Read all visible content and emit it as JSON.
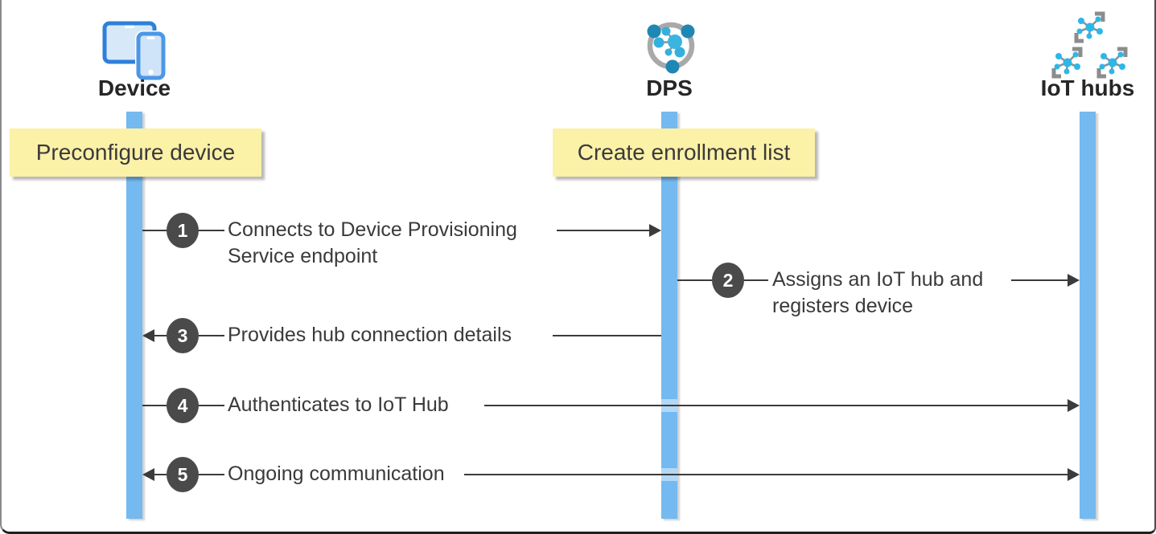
{
  "diagram": {
    "title_hint": "Device Provisioning Service sequence diagram",
    "actors": [
      {
        "name": "Device",
        "icon": "device-tablet-phone-icon"
      },
      {
        "name": "DPS",
        "icon": "dps-service-icon"
      },
      {
        "name": "IoT hubs",
        "icon": "iot-hubs-cluster-icon"
      }
    ],
    "notes": [
      {
        "text": "Preconfigure device",
        "actor": "Device"
      },
      {
        "text": "Create enrollment list",
        "actor": "DPS"
      }
    ],
    "steps": [
      {
        "number": "1",
        "label": "Connects to Device Provisioning Service endpoint",
        "from": "Device",
        "to": "DPS",
        "direction": "right"
      },
      {
        "number": "2",
        "label": "Assigns an IoT hub and registers device",
        "from": "DPS",
        "to": "IoT hubs",
        "direction": "right"
      },
      {
        "number": "3",
        "label": "Provides hub connection details",
        "from": "DPS",
        "to": "Device",
        "direction": "left"
      },
      {
        "number": "4",
        "label": "Authenticates to IoT Hub",
        "from": "Device",
        "to": "IoT hubs",
        "direction": "right"
      },
      {
        "number": "5",
        "label": "Ongoing communication",
        "from": "Device",
        "to": "IoT hubs",
        "direction": "both"
      }
    ],
    "colors": {
      "lifeline": "#74B9F0",
      "note_bg": "#FBF1A7",
      "step_circle": "#4A4A4A",
      "arrow": "#3B3B3B",
      "device_icon_blue": "#2E80D9",
      "phone_icon_blue": "#4C97E5",
      "dps_ring_gray": "#A9A9A9",
      "dps_node_dark_blue": "#1F87B4",
      "dps_node_cyan": "#35B0DC",
      "iot_node_cyan": "#2CB7E8",
      "iot_bracket_gray": "#8C8C8C"
    }
  }
}
